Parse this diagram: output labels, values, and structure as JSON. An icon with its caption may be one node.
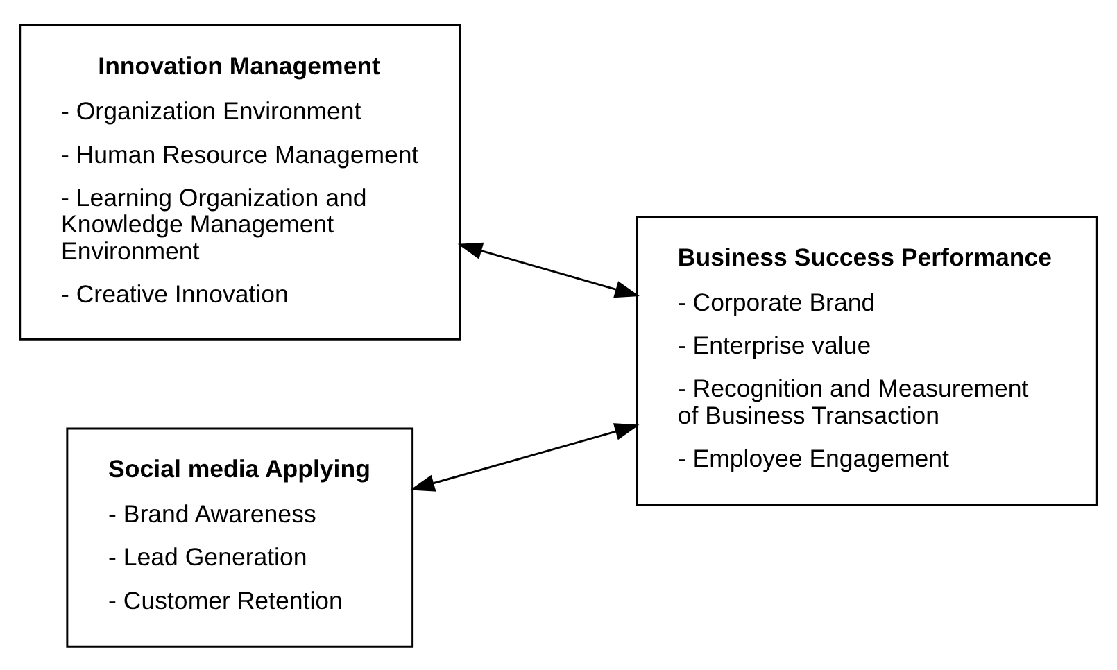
{
  "diagram": {
    "nodes": [
      {
        "text": [
          "Innovation Management",
          "- Organization Environment",
          "- Human Resource Management",
          "- Learning Organization and Knowledge Management Environment",
          "- Creative Innovation"
        ]
      },
      {
        "text": [
          "Social media Applying",
          "- Brand Awareness",
          "- Lead Generation",
          "- Customer Retention"
        ]
      },
      {
        "text": [
          "Business Success Performance",
          "- Corporate Brand",
          "- Enterprise value",
          "- Recognition and Measurement of Business Transaction",
          "- Employee Engagement"
        ]
      }
    ],
    "edges": [
      {
        "from": 0,
        "to": 2,
        "arrow": "both"
      },
      {
        "from": 1,
        "to": 2,
        "arrow": "both"
      }
    ]
  }
}
